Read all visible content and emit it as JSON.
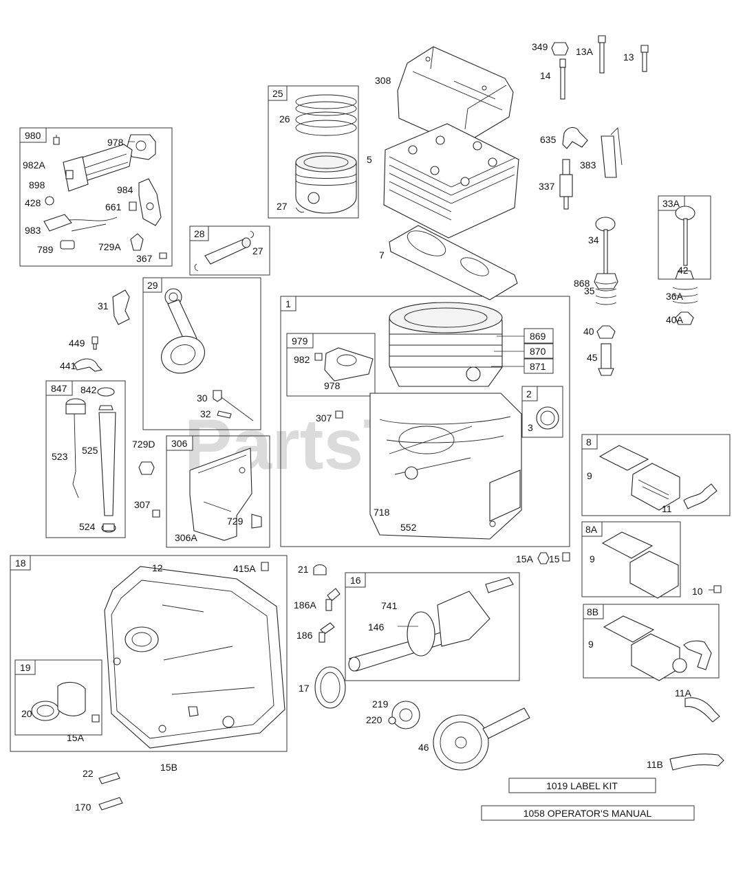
{
  "watermark": "PartsTree",
  "kits": {
    "label_kit": "1019 LABEL KIT",
    "operators_manual": "1058 OPERATOR'S MANUAL"
  },
  "groups": {
    "g980": "980",
    "g25": "25",
    "g28": "28",
    "g29": "29",
    "g1": "1",
    "g979": "979",
    "g869": "869",
    "g870": "870",
    "g871": "871",
    "g2": "2",
    "g847": "847",
    "g306": "306",
    "g33a": "33A",
    "g8": "8",
    "g8a": "8A",
    "g8b": "8B",
    "g18": "18",
    "g19": "19",
    "g16": "16"
  },
  "labels": {
    "l978a": "978",
    "l982a": "982A",
    "l898": "898",
    "l984": "984",
    "l428": "428",
    "l661": "661",
    "l983": "983",
    "l789": "789",
    "l729a": "729A",
    "l367": "367",
    "l26": "26",
    "l27a": "27",
    "l308": "308",
    "l5": "5",
    "l7": "7",
    "l27b": "27",
    "l349": "349",
    "l13a": "13A",
    "l13": "13",
    "l14": "14",
    "l635": "635",
    "l383": "383",
    "l337": "337",
    "l34": "34",
    "l42": "42",
    "l868": "868",
    "l35": "35",
    "l36a": "36A",
    "l40": "40",
    "l40a": "40A",
    "l45": "45",
    "l31": "31",
    "l449": "449",
    "l441": "441",
    "l30": "30",
    "l32": "32",
    "l982b": "982",
    "l978b": "978",
    "l307a": "307",
    "l3": "3",
    "l718": "718",
    "l552": "552",
    "l842": "842",
    "l523": "523",
    "l525": "525",
    "l524": "524",
    "l729d": "729D",
    "l307b": "307",
    "l729": "729",
    "l306a": "306A",
    "l9a": "9",
    "l11": "11",
    "l9b": "9",
    "l10": "10",
    "l9c": "9",
    "l11a": "11A",
    "l11b": "11B",
    "l15a1": "15A",
    "l15": "15",
    "l12": "12",
    "l415a": "415A",
    "l20": "20",
    "l15a2": "15A",
    "l22": "22",
    "l15b": "15B",
    "l170": "170",
    "l21": "21",
    "l186a": "186A",
    "l186": "186",
    "l17": "17",
    "l741": "741",
    "l146": "146",
    "l219": "219",
    "l220": "220",
    "l46": "46"
  }
}
